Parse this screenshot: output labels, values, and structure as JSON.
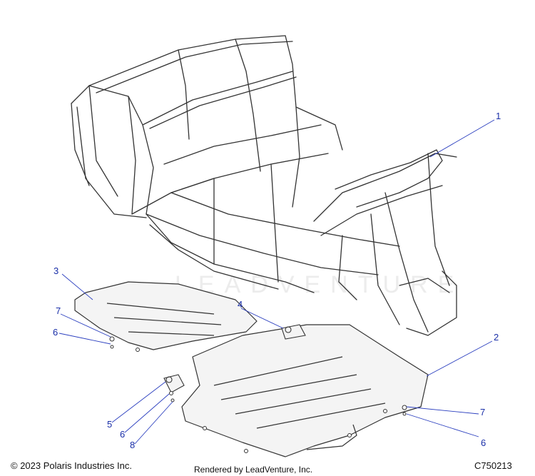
{
  "callouts": [
    {
      "id": "1",
      "label": "1"
    },
    {
      "id": "2",
      "label": "2"
    },
    {
      "id": "3",
      "label": "3"
    },
    {
      "id": "4",
      "label": "4"
    },
    {
      "id": "5",
      "label": "5"
    },
    {
      "id": "6a",
      "label": "6"
    },
    {
      "id": "6b",
      "label": "6"
    },
    {
      "id": "6c",
      "label": "6"
    },
    {
      "id": "7a",
      "label": "7"
    },
    {
      "id": "7b",
      "label": "7"
    },
    {
      "id": "8",
      "label": "8"
    }
  ],
  "footer": {
    "copyright": "© 2023 Polaris Industries Inc.",
    "rendered_by": "Rendered by LeadVenture, Inc.",
    "diagram_id": "C750213"
  },
  "watermark": "LEADVENTURE",
  "colors": {
    "callout": "#1a2fa8",
    "leader": "#2b3fbf",
    "part_line": "#333333",
    "part_fill": "#f4f4f4"
  }
}
